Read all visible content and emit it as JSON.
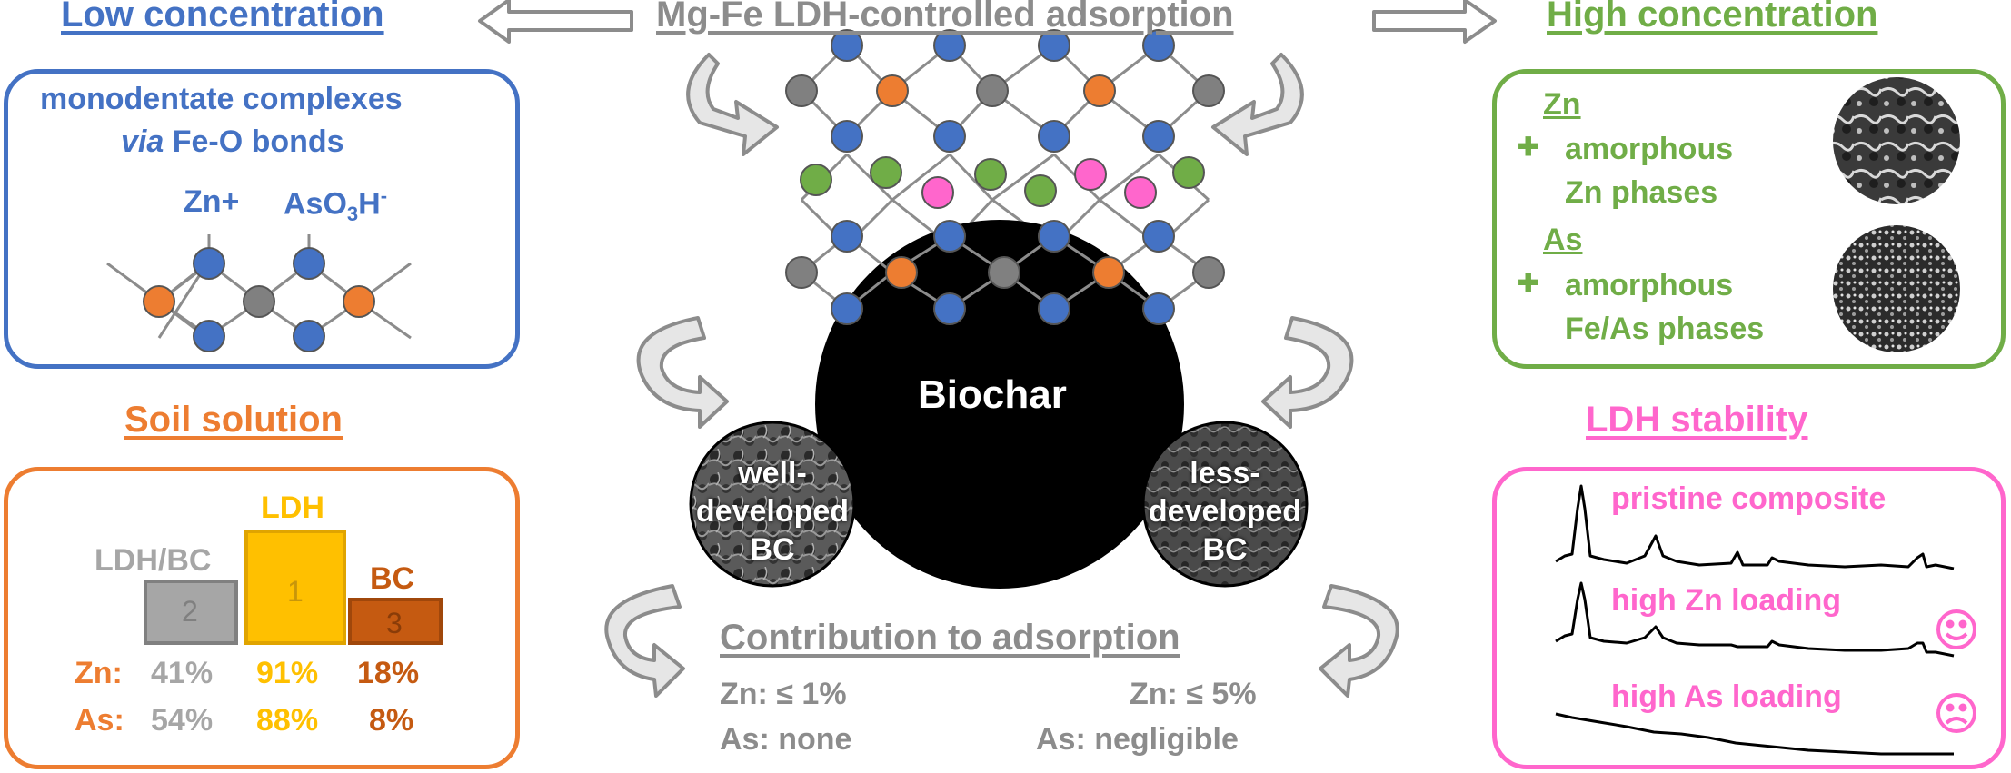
{
  "colors": {
    "blue": "#4472c4",
    "green": "#70ad47",
    "orange": "#ed7d31",
    "magenta": "#ff66cc",
    "gray": "#8c8c8c",
    "dark_gray": "#6e6e6e",
    "gold": "#ffc000",
    "dark_orange": "#c55a11",
    "bar_gray": "#a6a6a6",
    "black": "#000000"
  },
  "icons": {
    "arrows": [
      "left-arrow-icon",
      "right-arrow-icon",
      "curved-arrow-icon"
    ],
    "faces": [
      "smiley-face-icon",
      "sad-face-icon"
    ],
    "plus": "plus-icon"
  },
  "top": {
    "title": "Mg-Fe LDH-controlled adsorption"
  },
  "low": {
    "heading": "Low concentration",
    "line1": "monodentate complexes",
    "line2_italic": "via",
    "line2_rest": "Fe-O bonds",
    "label_zn": "Zn+",
    "label_as": "AsO",
    "label_as_sub": "3",
    "label_as_tail": "H",
    "label_as_sup": "-"
  },
  "high": {
    "heading": "High concentration",
    "zn": "Zn",
    "zn_plus": "✚",
    "zn_line1": "amorphous",
    "zn_line2": "Zn phases",
    "as": "As",
    "as_plus": "✚",
    "as_line1": "amorphous",
    "as_line2": "Fe/As phases"
  },
  "center": {
    "biochar": "Biochar",
    "left_bc": [
      "well-",
      "developed",
      "BC"
    ],
    "right_bc": [
      "less-",
      "developed",
      "BC"
    ],
    "contrib_title": "Contribution to adsorption",
    "zn_left": "Zn: ≤ 1%",
    "zn_right": "Zn: ≤ 5%",
    "as_left": "As: none",
    "as_right": "As: negligible"
  },
  "soil": {
    "heading": "Soil solution",
    "bars": [
      {
        "label": "LDH/BC",
        "rank": "2"
      },
      {
        "label": "LDH",
        "rank": "1"
      },
      {
        "label": "BC",
        "rank": "3"
      }
    ],
    "zn_label": "Zn:",
    "zn_values": [
      "41%",
      "91%",
      "18%"
    ],
    "as_label": "As:",
    "as_values": [
      "54%",
      "88%",
      "8%"
    ]
  },
  "stability": {
    "heading": "LDH stability",
    "traces": [
      "pristine composite",
      "high Zn loading",
      "high As loading"
    ]
  }
}
